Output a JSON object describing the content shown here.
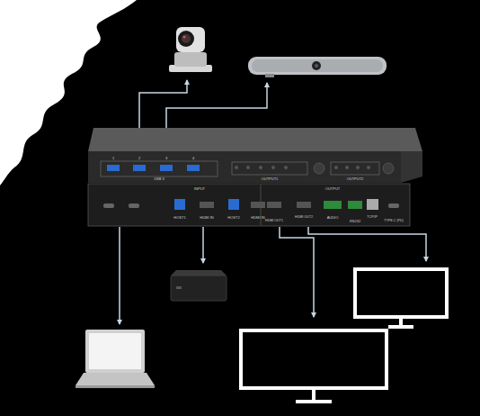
{
  "diagram": {
    "labels": [
      "1",
      "2",
      "3",
      "4",
      "USB 3",
      "OUTPUT1",
      "OUTPUT2",
      "INPUT",
      "OUTPUT",
      "HOST1",
      "HDMI IN",
      "HOST2",
      "HDMI IN",
      "HDMI OUT1",
      "HDMI OUT2",
      "AUDIO",
      "RS232",
      "TCP/IP",
      "TYPE-C (PD)"
    ]
  }
}
